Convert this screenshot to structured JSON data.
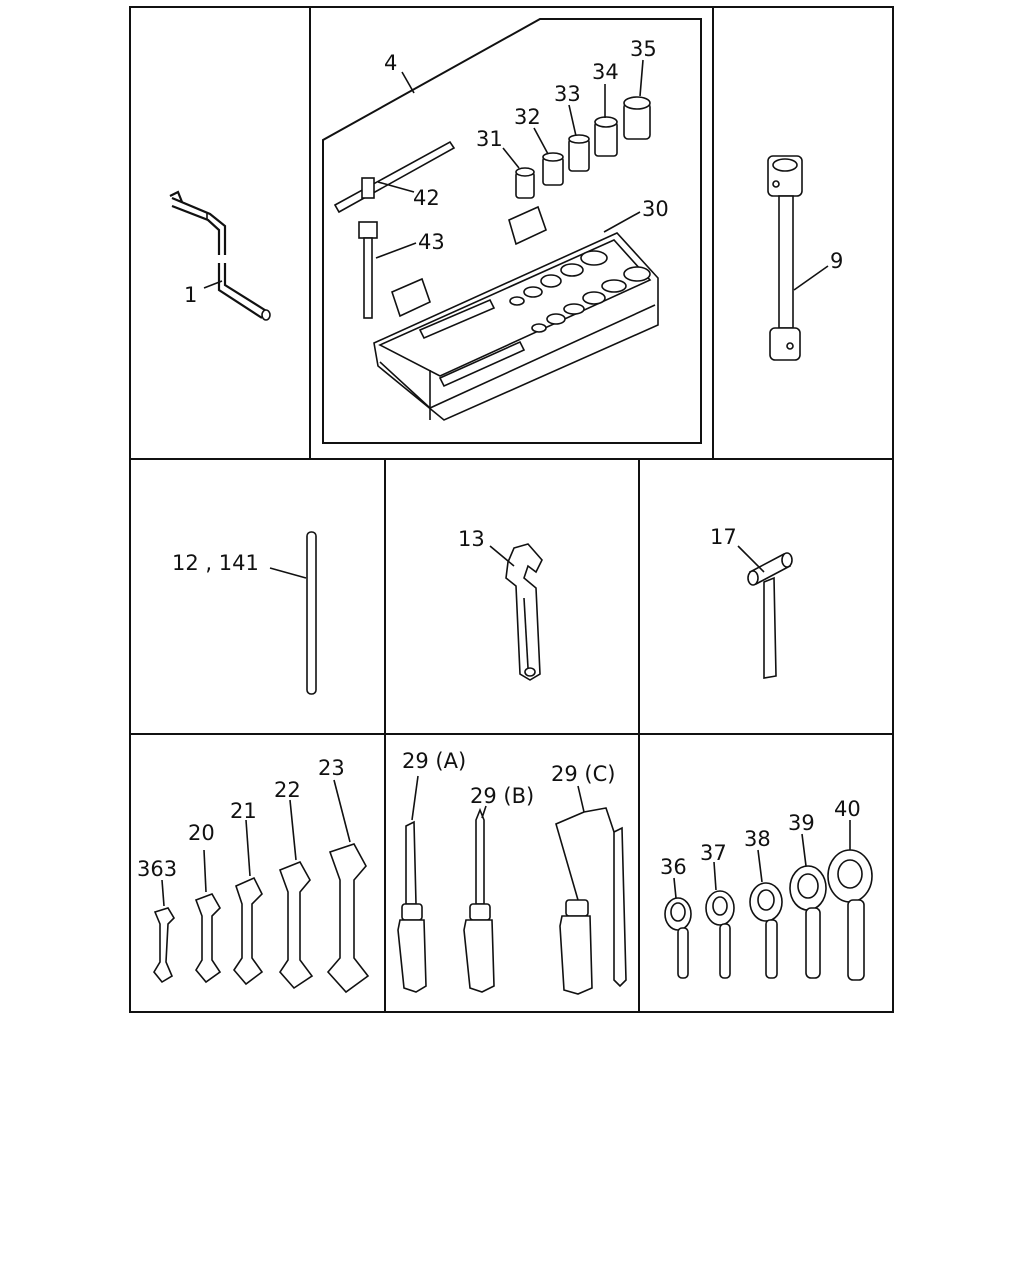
{
  "labels": {
    "p1": "1",
    "p4": "4",
    "p9": "9",
    "p12": "12 , 141",
    "p13": "13",
    "p17": "17",
    "p20": "20",
    "p21": "21",
    "p22": "22",
    "p23": "23",
    "p29a": "29 (A)",
    "p29b": "29 (B)",
    "p29c": "29 (C)",
    "p30": "30",
    "p31": "31",
    "p32": "32",
    "p33": "33",
    "p34": "34",
    "p35": "35",
    "p36": "36",
    "p37": "37",
    "p38": "38",
    "p39": "39",
    "p40": "40",
    "p42": "42",
    "p43": "43",
    "p363": "363"
  },
  "icons": [
    "jack-handle-icon",
    "socket-set-case-icon",
    "box-wrench-icon",
    "rod-icon",
    "adjustable-wrench-icon",
    "hammer-icon",
    "open-end-wrench-icon",
    "screwdriver-icon",
    "ring-wrench-icon"
  ]
}
